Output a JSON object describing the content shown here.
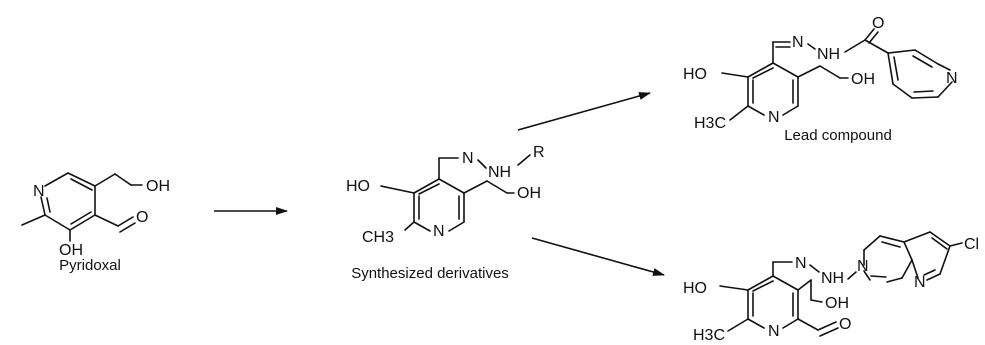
{
  "molecules": {
    "pyridoxal": {
      "caption": "Pyridoxal",
      "labels": {
        "n": "N",
        "oh_top": "OH",
        "o": "O",
        "oh_bottom": "OH"
      }
    },
    "derivative": {
      "caption": "Synthesized derivatives",
      "labels": {
        "ho": "HO",
        "ch3": "CH3",
        "n_ring": "N",
        "n_hydrazine": "N",
        "nh": "NH",
        "r": "R",
        "oh": "OH"
      }
    },
    "lead": {
      "caption": "Lead compound",
      "labels": {
        "ho": "HO",
        "h3c": "H3C",
        "n_ring": "N",
        "n_hydrazone": "N",
        "nh": "NH",
        "o": "O",
        "n_pyridine": "N",
        "oh": "OH"
      }
    },
    "quinoxaline": {
      "labels": {
        "ho": "HO",
        "h3c": "H3C",
        "n_ring": "N",
        "n_hydrazine": "N",
        "nh": "NH",
        "oh": "OH",
        "o": "O",
        "n_quin_top": "N",
        "n_quin_bottom": "N",
        "cl": "Cl"
      }
    }
  },
  "colors": {
    "ink": "#111111",
    "background": "#ffffff"
  }
}
